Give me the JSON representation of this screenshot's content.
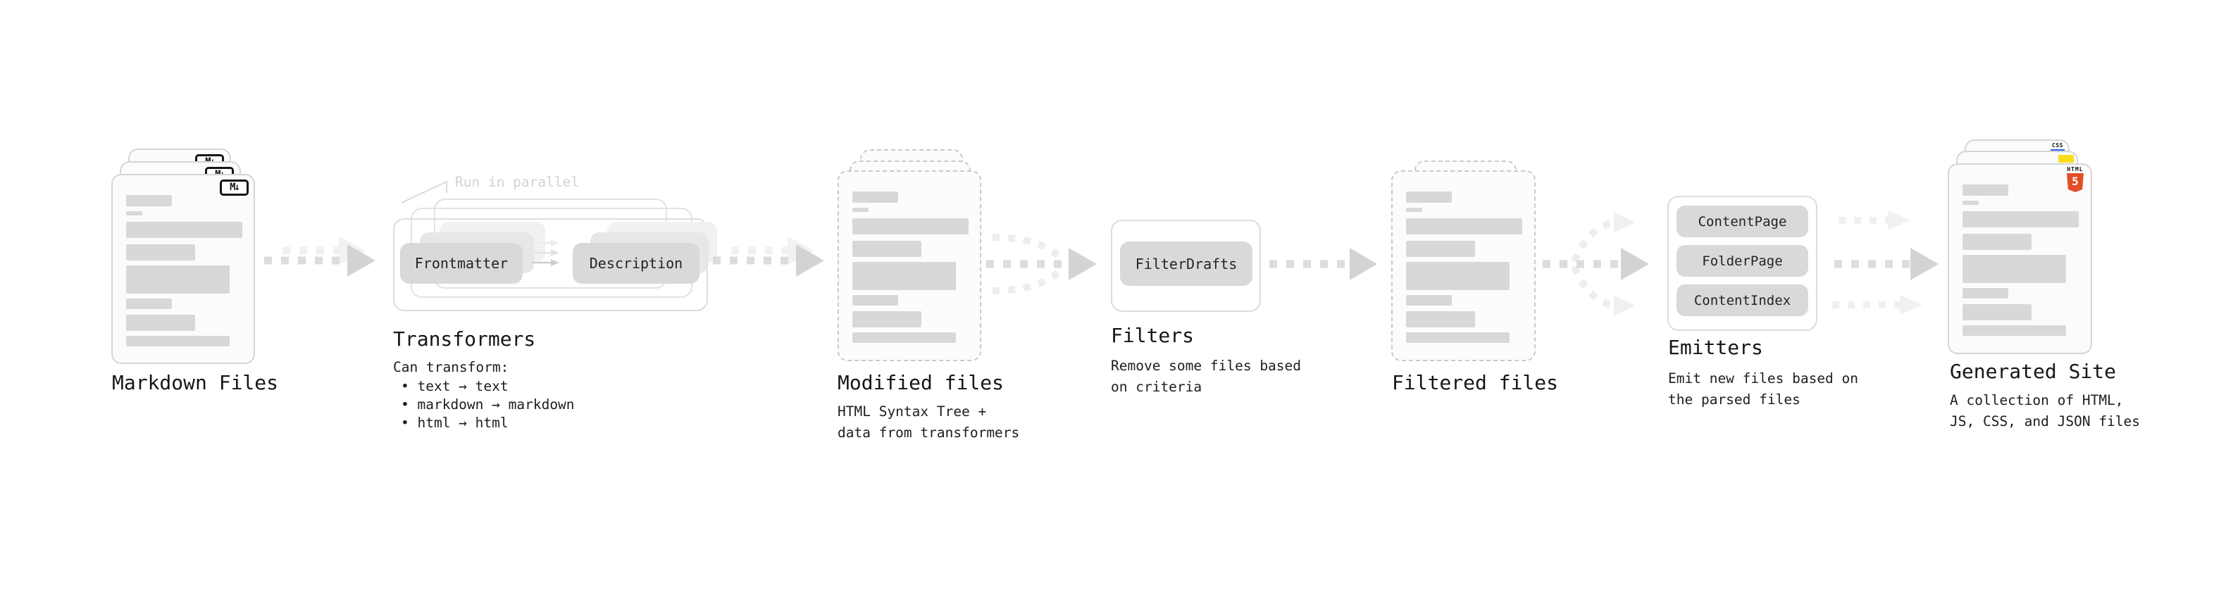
{
  "stages": {
    "markdown": {
      "title": "Markdown Files",
      "badge": "M↓"
    },
    "transformers": {
      "title": "Transformers",
      "annotation": "Run in parallel",
      "pill_left": "Frontmatter",
      "pill_right": "Description",
      "caption": "Can transform:",
      "bullets": [
        "• text → text",
        "• markdown → markdown",
        "• html → html"
      ]
    },
    "modified": {
      "title": "Modified files",
      "caption_line1": "HTML Syntax Tree +",
      "caption_line2": "data from transformers"
    },
    "filters": {
      "title": "Filters",
      "pill": "FilterDrafts",
      "caption_line1": "Remove some files based",
      "caption_line2": "on criteria"
    },
    "filtered": {
      "title": "Filtered files"
    },
    "emitters": {
      "title": "Emitters",
      "pills": [
        "ContentPage",
        "FolderPage",
        "ContentIndex"
      ],
      "caption_line1": "Emit new files based on",
      "caption_line2": "the parsed files"
    },
    "generated": {
      "title": "Generated Site",
      "caption_line1": "A collection of HTML,",
      "caption_line2": "JS, CSS, and JSON files",
      "css_badge": "CSS",
      "html_badge_label": "HTML",
      "html_badge_number": "5"
    }
  },
  "colors": {
    "html5_orange": "#e44d26",
    "js_yellow": "#f7df1e",
    "css_blue": "#2a62e9",
    "skeleton_gray": "#d8d8d8",
    "pill_gray": "#d9d9d9",
    "arrow_gray": "#d3d3d3",
    "annotation_gray": "#d2d2d2"
  }
}
